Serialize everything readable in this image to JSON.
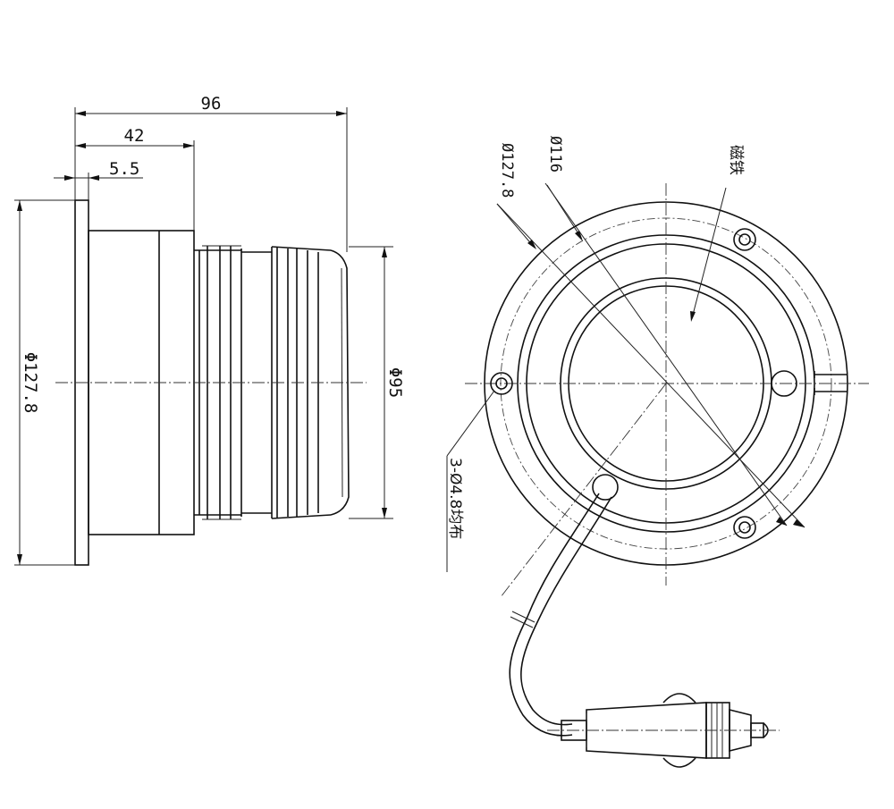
{
  "side_view": {
    "dim_length_total": "96",
    "dim_length_body": "42",
    "dim_flange_thickness": "5.5",
    "dim_flange_diameter": "Φ127.8",
    "dim_front_diameter": "Φ95"
  },
  "front_view": {
    "dim_outer_diameter": "Ø127.8",
    "dim_bolt_circle": "Ø116",
    "label_magnet": "磁铁",
    "label_holes": "3-Ø4.8均布"
  },
  "colors": {
    "line": "#111111",
    "background": "#ffffff"
  }
}
